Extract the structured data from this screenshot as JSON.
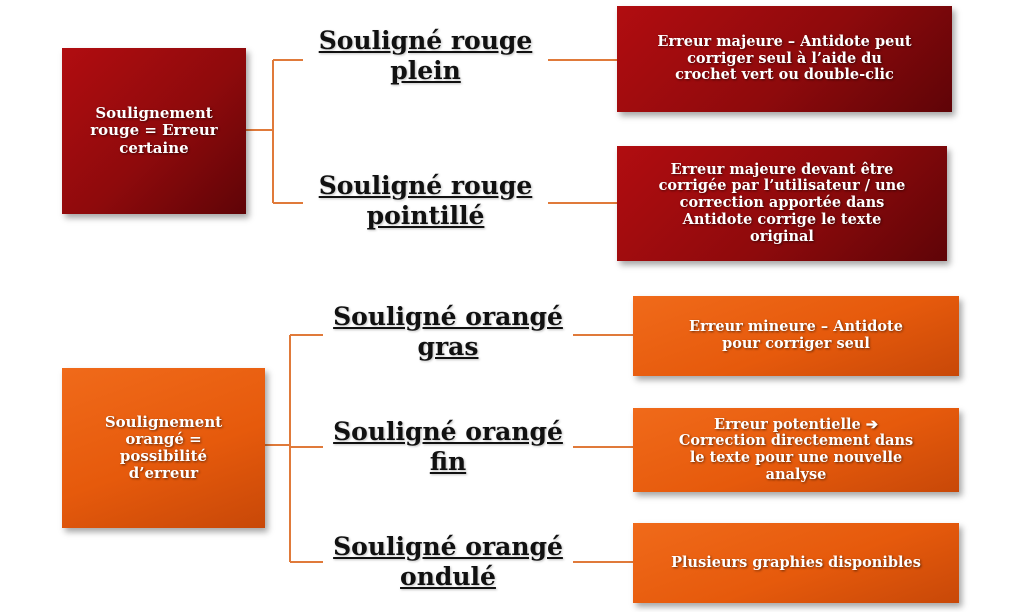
{
  "colors": {
    "connector": "#e07a3a",
    "red": "#a00c0f",
    "orange": "#ee6515"
  },
  "groups": [
    {
      "root": {
        "lines": [
          "Soulignement",
          "rouge = Erreur",
          "certaine"
        ]
      },
      "branches": [
        {
          "label_lines": [
            "Souligné rouge",
            "plein"
          ],
          "description_lines": [
            "Erreur majeure – Antidote peut",
            "corriger seul à l’aide du",
            "crochet vert ou double-clic"
          ]
        },
        {
          "label_lines": [
            "Souligné rouge",
            "pointillé"
          ],
          "description_lines": [
            "Erreur majeure devant être",
            "corrigée par l’utilisateur / une",
            "correction apportée dans",
            "Antidote corrige le texte",
            "original"
          ]
        }
      ]
    },
    {
      "root": {
        "lines": [
          "Soulignement",
          "orangé =",
          "possibilité",
          "d’erreur"
        ]
      },
      "branches": [
        {
          "label_lines": [
            "Souligné orangé",
            "gras"
          ],
          "description_lines": [
            "Erreur mineure – Antidote",
            "pour corriger seul"
          ]
        },
        {
          "label_lines": [
            "Souligné orangé",
            "fin"
          ],
          "description_lines": [
            "Erreur potentielle ➔",
            "Correction directement dans",
            "le texte pour une nouvelle",
            "analyse"
          ]
        },
        {
          "label_lines": [
            "Souligné orangé",
            "ondulé"
          ],
          "description_lines": [
            "Plusieurs graphies disponibles"
          ]
        }
      ]
    }
  ]
}
